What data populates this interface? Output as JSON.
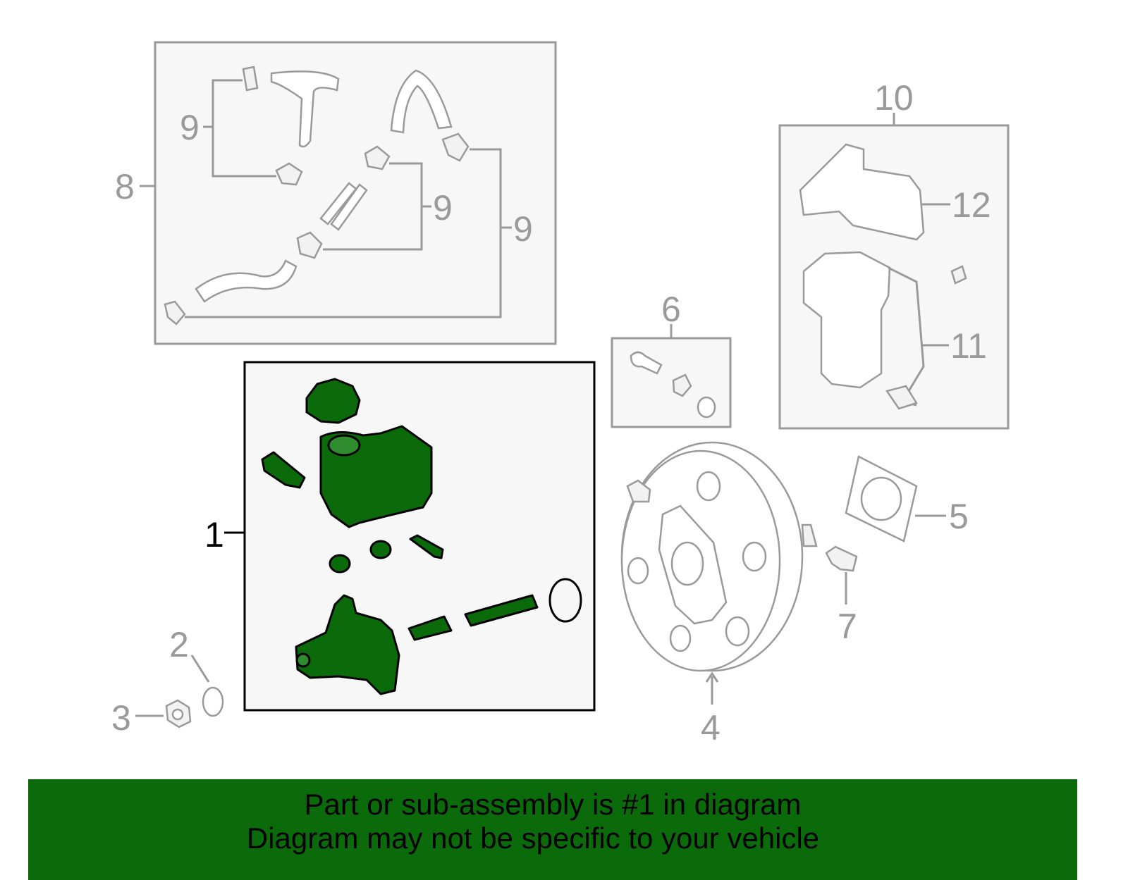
{
  "callouts": {
    "c1": "1",
    "c2": "2",
    "c3": "3",
    "c4": "4",
    "c5": "5",
    "c6": "6",
    "c7": "7",
    "c8": "8",
    "c9a": "9",
    "c9b": "9",
    "c9c": "9",
    "c10": "10",
    "c11": "11",
    "c12": "12"
  },
  "highlighted_part": "1",
  "colors": {
    "highlight": "#0b6b0b",
    "outline": "#9a9a9a",
    "banner": "#0b6b0b"
  },
  "banner": {
    "line1": "Part or sub-assembly is #1 in diagram",
    "line2": "Diagram may not be specific to your vehicle"
  }
}
